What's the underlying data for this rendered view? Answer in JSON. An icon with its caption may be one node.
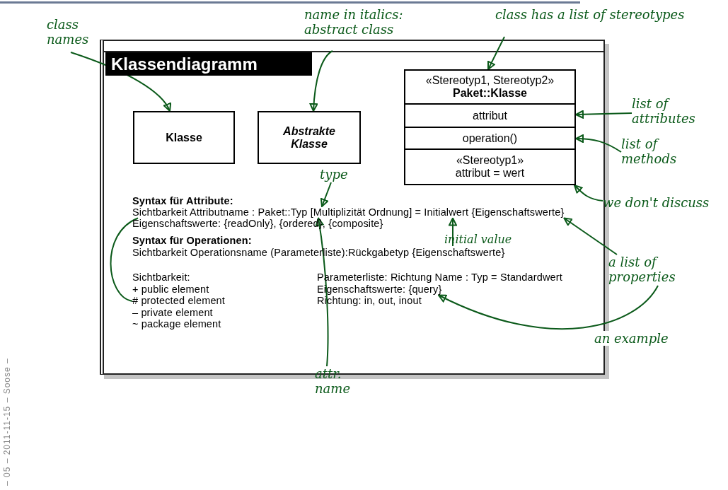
{
  "diagram": {
    "nodes": [
      {
        "text": [
          "Klassendiagramm"
        ]
      },
      {
        "text": [
          "Klasse"
        ],
        "in": 0
      },
      {
        "text": [
          "Abstrakte Klasse"
        ],
        "in": 0
      },
      {
        "text": [
          "«Stereotyp1, Stereotyp2»",
          "Paket::Klasse"
        ],
        "in": 0
      },
      {
        "text": [
          "attribut"
        ],
        "in": 0
      },
      {
        "text": [
          "operation()"
        ],
        "in": 0
      },
      {
        "text": [
          "«Stereotyp1»",
          "attribut = wert"
        ],
        "in": 0
      },
      {
        "text": [
          "Sichtbarkeit Attributname : Paket::Typ [Multiplizität Ordnung] = Initialwert {Eigenschaftswerte}"
        ],
        "in": 0
      },
      {
        "text": [
          "Sichtbarkeit:",
          "+ public element",
          "# protected element",
          "– private element",
          "~ package element"
        ],
        "in": 0
      },
      {
        "text": [
          "Eigenschaftswerte: {query}"
        ],
        "in": 0
      },
      {
        "text": [
          "class names"
        ]
      },
      {
        "text": [
          "name in italics: abstract class"
        ]
      },
      {
        "text": [
          "class has a list of stereotypes"
        ]
      },
      {
        "text": [
          "list of attributes"
        ]
      },
      {
        "text": [
          "list of methods"
        ]
      },
      {
        "text": [
          "we don't discuss"
        ]
      },
      {
        "text": [
          "type"
        ],
        "in": 0
      },
      {
        "text": [
          "initial value"
        ],
        "in": 0
      },
      {
        "text": [
          "a list of properties"
        ]
      },
      {
        "text": [
          "attr. name"
        ]
      }
    ],
    "edges": [
      {
        "from": 10,
        "to": 1,
        "arrow": "to"
      },
      {
        "from": 11,
        "to": 2,
        "arrow": "to"
      },
      {
        "from": 12,
        "to": 3,
        "arrow": "to"
      },
      {
        "from": 13,
        "to": 4,
        "arrow": "to"
      },
      {
        "from": 14,
        "to": 5,
        "arrow": "to"
      },
      {
        "from": 15,
        "to": 6,
        "arrow": "to"
      },
      {
        "from": 16,
        "to": 7,
        "arrow": "to"
      },
      {
        "from": 19,
        "to": 7,
        "arrow": "to"
      },
      {
        "from": 17,
        "to": 7,
        "arrow": "to"
      },
      {
        "from": 18,
        "to": 7,
        "arrow": "to"
      },
      {
        "from": 18,
        "to": 9,
        "arrow": "to",
        "label": "an example"
      },
      {
        "from": 8,
        "to": 7,
        "arrow": "none"
      }
    ],
    "labels": [
      "Syntax für Attribute:",
      "Eigenschaftswerte: {readOnly}, {ordered}, {composite}",
      "Syntax für Operationen:",
      "Sichtbarkeit Operationsname (Parameterliste):Rückgabetyp {Eigenschaftswerte}",
      "Parameterliste: Richtung Name : Typ = Standardwert",
      "Richtung: in, out, inout",
      "– 05 – 2011-11-15 – Soose –"
    ]
  }
}
